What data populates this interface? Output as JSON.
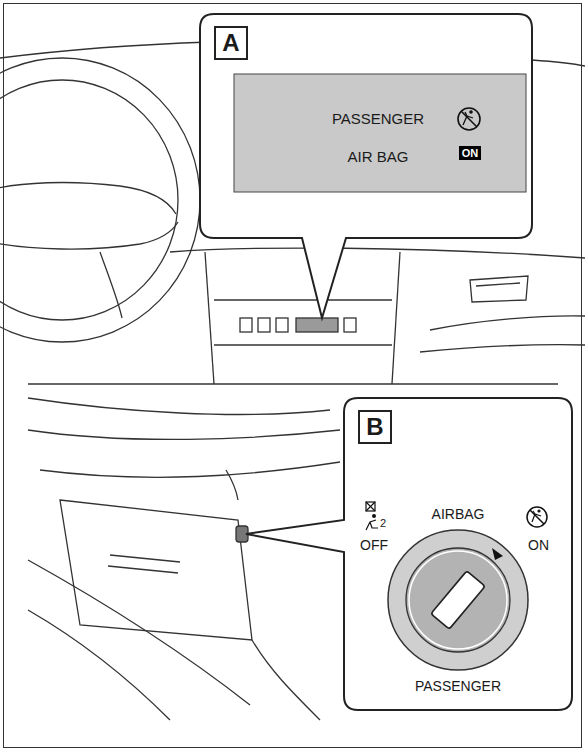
{
  "diagram": {
    "nodes": [
      {
        "text": [
          "A"
        ]
      },
      {
        "text": [
          "PASSENGER AIR BAG"
        ],
        "in": 0
      },
      {
        "text": [
          "ON"
        ],
        "in": 1
      },
      {
        "text": [
          "B",
          "AIRBAG",
          "OFF",
          "ON",
          "PASSENGER",
          "2"
        ]
      }
    ]
  }
}
